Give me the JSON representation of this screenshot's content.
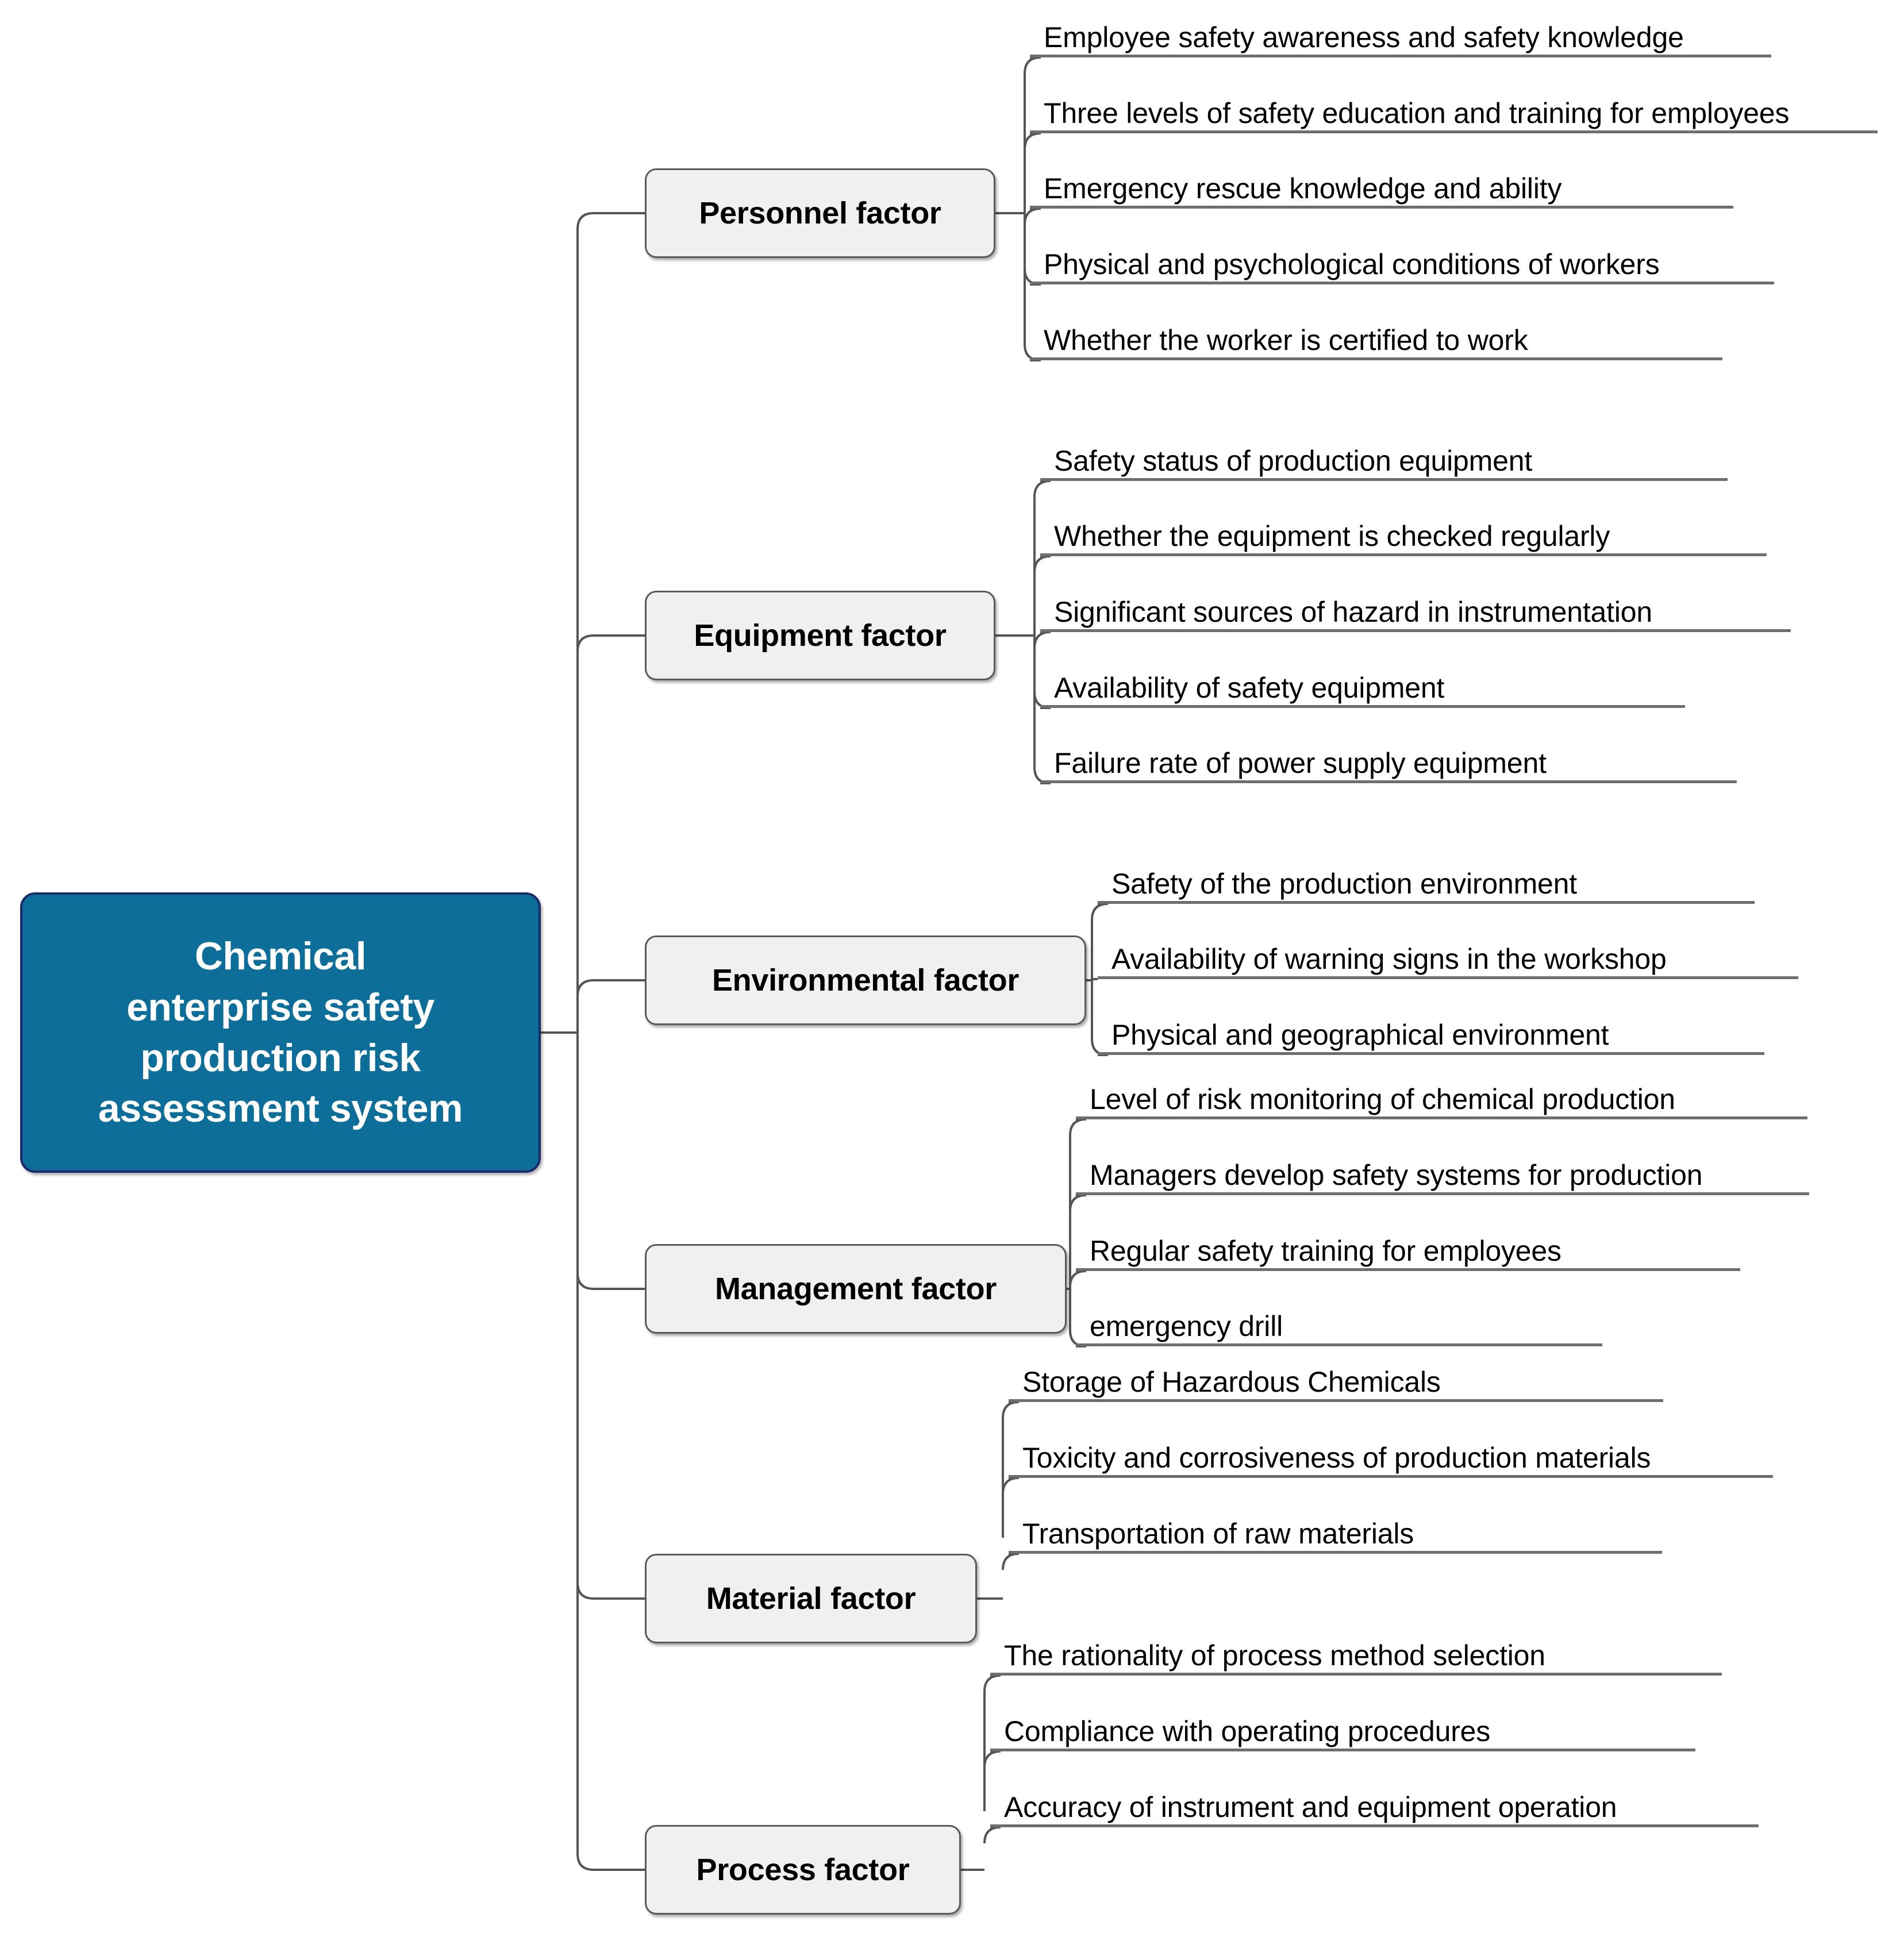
{
  "diagram": {
    "title": "Chemical enterprise safety production risk assessment system",
    "type": "mind-map",
    "orientation": "left-root-right-branches",
    "colors": {
      "root_fill": "#0d6e9a",
      "root_border": "#1b2a6b",
      "root_text": "#ffffff",
      "branch_fill": "#f0f0f0",
      "branch_border": "#5a5a5a",
      "branch_text": "#000000",
      "leaf_text": "#000000",
      "connector": "#555555",
      "leaf_rule": "#6e6e6e",
      "background": "#ffffff"
    }
  },
  "root": {
    "label": "Chemical enterprise safety production risk assessment system",
    "lines": [
      "Chemical",
      "enterprise safety",
      "production risk",
      "assessment system"
    ]
  },
  "branches": [
    {
      "label": "Personnel factor",
      "leaves": [
        "Employee safety awareness and safety knowledge",
        "Three levels of safety education and training for employees",
        "Emergency rescue knowledge and ability",
        "Physical and psychological conditions of workers",
        "Whether the worker is certified to work"
      ]
    },
    {
      "label": "Equipment factor",
      "leaves": [
        "Safety status of production equipment",
        "Whether the equipment is checked regularly",
        "Significant sources of hazard in instrumentation",
        "Availability of safety equipment",
        "Failure rate of power supply equipment"
      ]
    },
    {
      "label": "Environmental factor",
      "leaves": [
        "Safety of the production environment",
        "Availability of warning signs in the workshop",
        "Physical and geographical environment"
      ]
    },
    {
      "label": "Management factor",
      "leaves": [
        "Level of risk monitoring of chemical production",
        "Managers develop safety systems for production",
        "Regular safety training for employees",
        "emergency drill"
      ]
    },
    {
      "label": "Material factor",
      "leaves": [
        "Storage of Hazardous Chemicals",
        "Toxicity and corrosiveness of production materials",
        "Transportation of raw materials"
      ]
    },
    {
      "label": "Process factor",
      "leaves": [
        "The rationality of process method selection",
        "Compliance with operating procedures",
        "Accuracy of instrument and equipment operation"
      ]
    }
  ]
}
